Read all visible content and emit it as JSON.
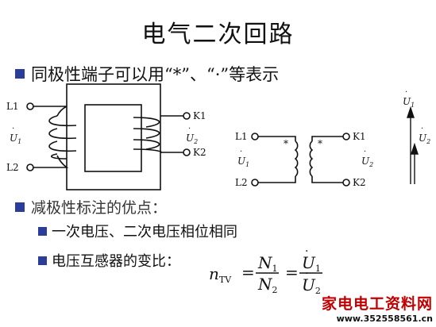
{
  "slide": {
    "title": "电气二次回路",
    "bullet1": "同极性端子可以用“*”、“·”等表示",
    "bullet2": "减极性标注的优点：",
    "bullet3": "一次电压、二次电压相位相同",
    "bullet4": "电压互感器的变比："
  },
  "left_diagram": {
    "L1": "L1",
    "L2": "L2",
    "K1": "K1",
    "K2": "K2",
    "U1": "U",
    "U1_sub": "1",
    "U2": "U",
    "U2_sub": "2"
  },
  "right_diagram": {
    "L1": "L1",
    "L2": "L2",
    "K1": "K1",
    "K2": "K2",
    "U1": "U",
    "U1_sub": "1",
    "U2": "U",
    "U2_sub": "2",
    "star": "*"
  },
  "phasor": {
    "U1": "U",
    "U1_sub": "1",
    "U2": "U",
    "U2_sub": "2"
  },
  "formula": {
    "n": "n",
    "n_sub": "TV",
    "eq": "=",
    "N1": "N",
    "N1_sub": "1",
    "N2": "N",
    "N2_sub": "2",
    "U1": "U",
    "U1_sub": "1",
    "U2": "U",
    "U2_sub": "2"
  },
  "watermark": {
    "line1": "家电电工资料网",
    "line2": "www.352558561.cn"
  },
  "colors": {
    "bullet": "#2b3d9a",
    "watermark": "#c00000"
  }
}
